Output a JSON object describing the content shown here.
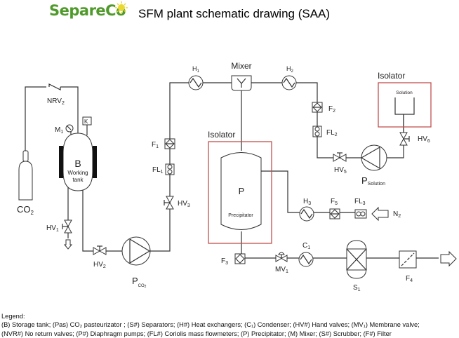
{
  "header": {
    "logo_text": "SepareCo",
    "title": "SFM plant schematic drawing (SAA)",
    "brand_color": "#4f9a2a",
    "sun_color": "#e8d830"
  },
  "diagram": {
    "isolator_color": "#c0504d",
    "labels": {
      "co2": "CO",
      "co2_sub": "2",
      "nrv2": "NRV",
      "nrv2_sub": "2",
      "m1": "M",
      "m1_sub": "1",
      "k": "K",
      "tank_letter": "B",
      "tank_line1": "Working",
      "tank_line2": "tank",
      "hv1": "HV",
      "hv1_sub": "1",
      "hv2": "HV",
      "hv2_sub": "2",
      "pco2": "P",
      "pco2_sub": "CO",
      "pco2_subsub": "2",
      "hv3": "HV",
      "hv3_sub": "3",
      "fl1": "FL",
      "fl1_sub": "1",
      "f1": "F",
      "f1_sub": "1",
      "h1": "H",
      "h1_sub": "1",
      "mixer": "Mixer",
      "h2": "H",
      "h2_sub": "2",
      "f2": "F",
      "f2_sub": "2",
      "fl2": "FL",
      "fl2_sub": "2",
      "hv5": "HV",
      "hv5_sub": "5",
      "psol": "P",
      "psol_sub": "Solution",
      "hv6": "HV",
      "hv6_sub": "6",
      "isolator_top": "Isolator",
      "solution": "Solution",
      "isolator_mid": "Isolator",
      "precip_letter": "P",
      "precip_name": "Precipitator",
      "h3": "H",
      "h3_sub": "3",
      "f5": "F",
      "f5_sub": "5",
      "fl3": "FL",
      "fl3_sub": "3",
      "n2": "N",
      "n2_sub": "2",
      "f3": "F",
      "f3_sub": "3",
      "mv1": "MV",
      "mv1_sub": "1",
      "c1": "C",
      "c1_sub": "1",
      "s1": "S",
      "s1_sub": "1",
      "f4": "F",
      "f4_sub": "4"
    }
  },
  "legend": {
    "heading": "Legend:",
    "line1": "(B) Storage tank; (Pas) CO₂ pasteurizator ; (S#) Separators; (H#) Heat exchangers; (C₁) Condenser;  (HV#) Hand valves; (MV₁) Membrane valve;",
    "line2": "(NVR#) No return valves; (P#) Diaphragm pumps; (FL#) Coriolis mass flowmeters; (P) Precipitator; (M) Mixer; (S#) Scrubber; (F#) Filter"
  }
}
